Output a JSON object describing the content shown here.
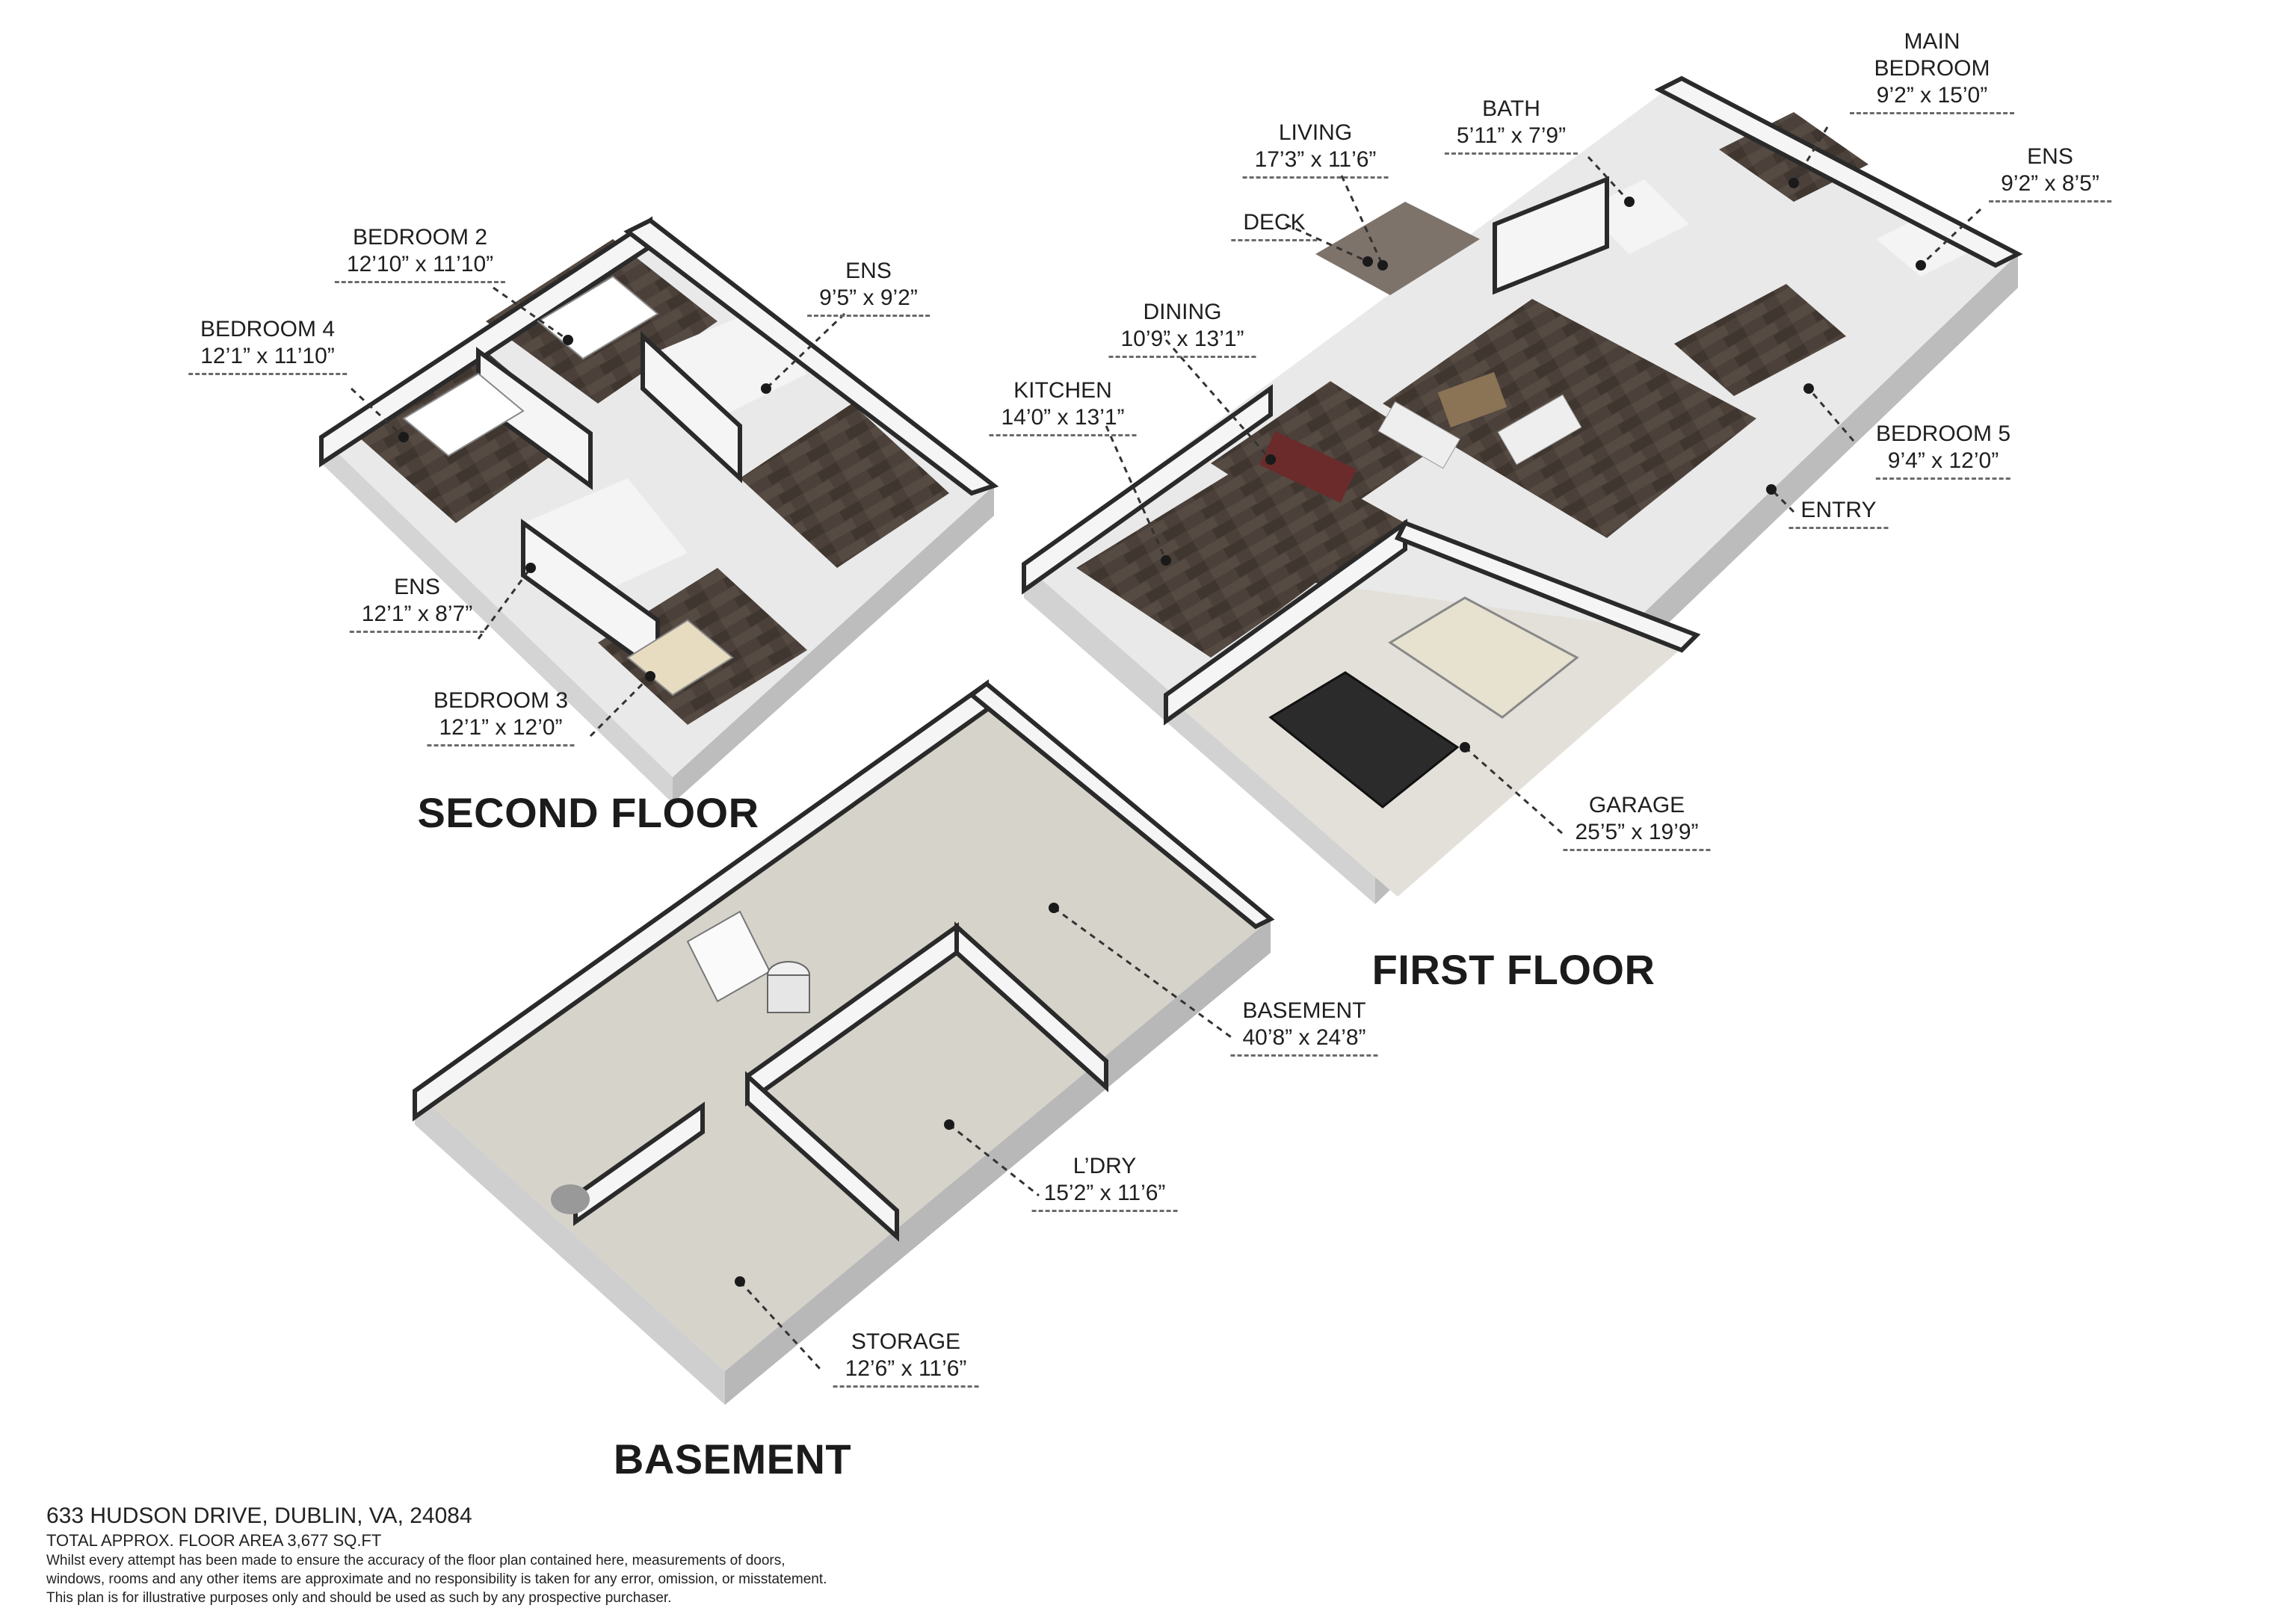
{
  "floors": {
    "second": "SECOND FLOOR",
    "first": "FIRST FLOOR",
    "basement": "BASEMENT"
  },
  "rooms": [
    {
      "id": "bedroom-2",
      "name": "BEDROOM 2",
      "dims": "12’10” x 11’10”"
    },
    {
      "id": "bedroom-4",
      "name": "BEDROOM 4",
      "dims": "12’1” x 11’10”"
    },
    {
      "id": "ens-upper",
      "name": "ENS",
      "dims": "9’5” x 9’2”"
    },
    {
      "id": "ens-lower",
      "name": "ENS",
      "dims": "12’1” x 8’7”"
    },
    {
      "id": "bedroom-3",
      "name": "BEDROOM 3",
      "dims": "12’1” x 12’0”"
    },
    {
      "id": "living",
      "name": "LIVING",
      "dims": "17’3” x 11’6”"
    },
    {
      "id": "bath",
      "name": "BATH",
      "dims": "5’11” x 7’9”"
    },
    {
      "id": "main-bedroom",
      "name": "MAIN BEDROOM",
      "dims": "9’2” x 15’0”"
    },
    {
      "id": "ens-main",
      "name": "ENS",
      "dims": "9’2” x 8’5”"
    },
    {
      "id": "deck",
      "name": "DECK",
      "dims": ""
    },
    {
      "id": "dining",
      "name": "DINING",
      "dims": "10’9” x 13’1”"
    },
    {
      "id": "kitchen",
      "name": "KITCHEN",
      "dims": "14’0” x 13’1”"
    },
    {
      "id": "bedroom-5",
      "name": "BEDROOM 5",
      "dims": "9’4” x 12’0”"
    },
    {
      "id": "entry",
      "name": "ENTRY",
      "dims": ""
    },
    {
      "id": "garage",
      "name": "GARAGE",
      "dims": "25’5” x 19’9”"
    },
    {
      "id": "basement",
      "name": "BASEMENT",
      "dims": "40’8” x 24’8”"
    },
    {
      "id": "laundry",
      "name": "L’DRY",
      "dims": "15’2” x 11’6”"
    },
    {
      "id": "storage",
      "name": "STORAGE",
      "dims": "12’6” x 11’6”"
    }
  ],
  "footer": {
    "address": "633 HUDSON DRIVE, DUBLIN, VA, 24084",
    "area": "TOTAL APPROX. FLOOR AREA 3,677 SQ.FT",
    "disclaimer_1": "Whilst every attempt has been made to ensure the accuracy of the floor plan contained here, measurements of doors,",
    "disclaimer_2": "windows, rooms and any other items are approximate and no responsibility is taken for any error, omission, or misstatement.",
    "disclaimer_3": "This plan is for illustrative purposes only and should be used as such by any prospective purchaser."
  },
  "colors": {
    "wall_top": "#2a2a2a",
    "wall_side": "#f2f2f2",
    "wall_shade": "#d9d9d9",
    "wood_floor": "#4a403a",
    "concrete_floor": "#d6d3cb",
    "garage_floor": "#e3e0da"
  }
}
